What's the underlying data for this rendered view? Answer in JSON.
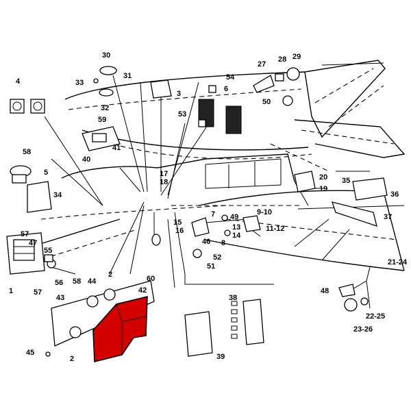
{
  "highlight_color": "#d40000",
  "callouts": {
    "c1": "1",
    "c2a": "2",
    "c2b": "2",
    "c3": "3",
    "c4": "4",
    "c5": "5",
    "c6": "6",
    "c7": "7",
    "c8": "8",
    "c9_10": "9-10",
    "c11_12": "11-12",
    "c13": "13",
    "c14": "14",
    "c15": "15",
    "c16": "16",
    "c17": "17",
    "c18": "18",
    "c19": "19",
    "c20": "20",
    "c21_24": "21-24",
    "c22_25": "22-25",
    "c23_26": "23-26",
    "c27": "27",
    "c28": "28",
    "c29": "29",
    "c30": "30",
    "c31": "31",
    "c32": "32",
    "c33": "33",
    "c34": "34",
    "c35": "35",
    "c36": "36",
    "c37": "37",
    "c38": "38",
    "c39": "39",
    "c40": "40",
    "c41": "41",
    "c42": "42",
    "c43": "43",
    "c44": "44",
    "c45": "45",
    "c46": "46",
    "c47": "47",
    "c48": "48",
    "c49": "49",
    "c50": "50",
    "c51": "51",
    "c52": "52",
    "c53": "53",
    "c54": "54",
    "c55": "55",
    "c56": "56",
    "c57a": "57",
    "c57b": "57",
    "c58a": "58",
    "c58b": "58",
    "c59": "59",
    "c60": "60"
  }
}
